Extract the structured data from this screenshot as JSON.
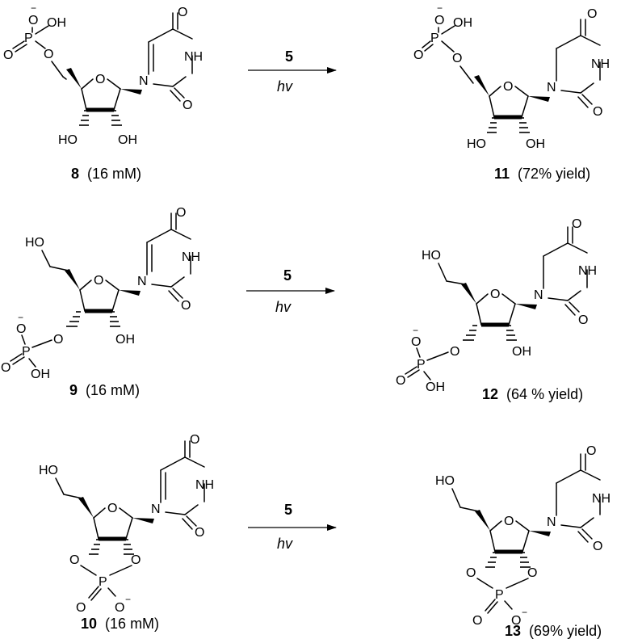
{
  "reactions": [
    {
      "reactant": {
        "compound": "8",
        "conc": "(16 mM)"
      },
      "reagent": "5",
      "condition": "hv",
      "product": {
        "compound": "11",
        "yield": "(72% yield)"
      }
    },
    {
      "reactant": {
        "compound": "9",
        "conc": "(16 mM)"
      },
      "reagent": "5",
      "condition": "hv",
      "product": {
        "compound": "12",
        "yield": "(64 % yield)"
      }
    },
    {
      "reactant": {
        "compound": "10",
        "conc": "(16 mM)"
      },
      "reagent": "5",
      "condition": "hv",
      "product": {
        "compound": "13",
        "yield": "(69% yield)"
      }
    }
  ],
  "atoms": {
    "O": "O",
    "OH": "OH",
    "HO": "HO",
    "NH": "NH",
    "N": "N",
    "P": "P",
    "minus": "−"
  }
}
